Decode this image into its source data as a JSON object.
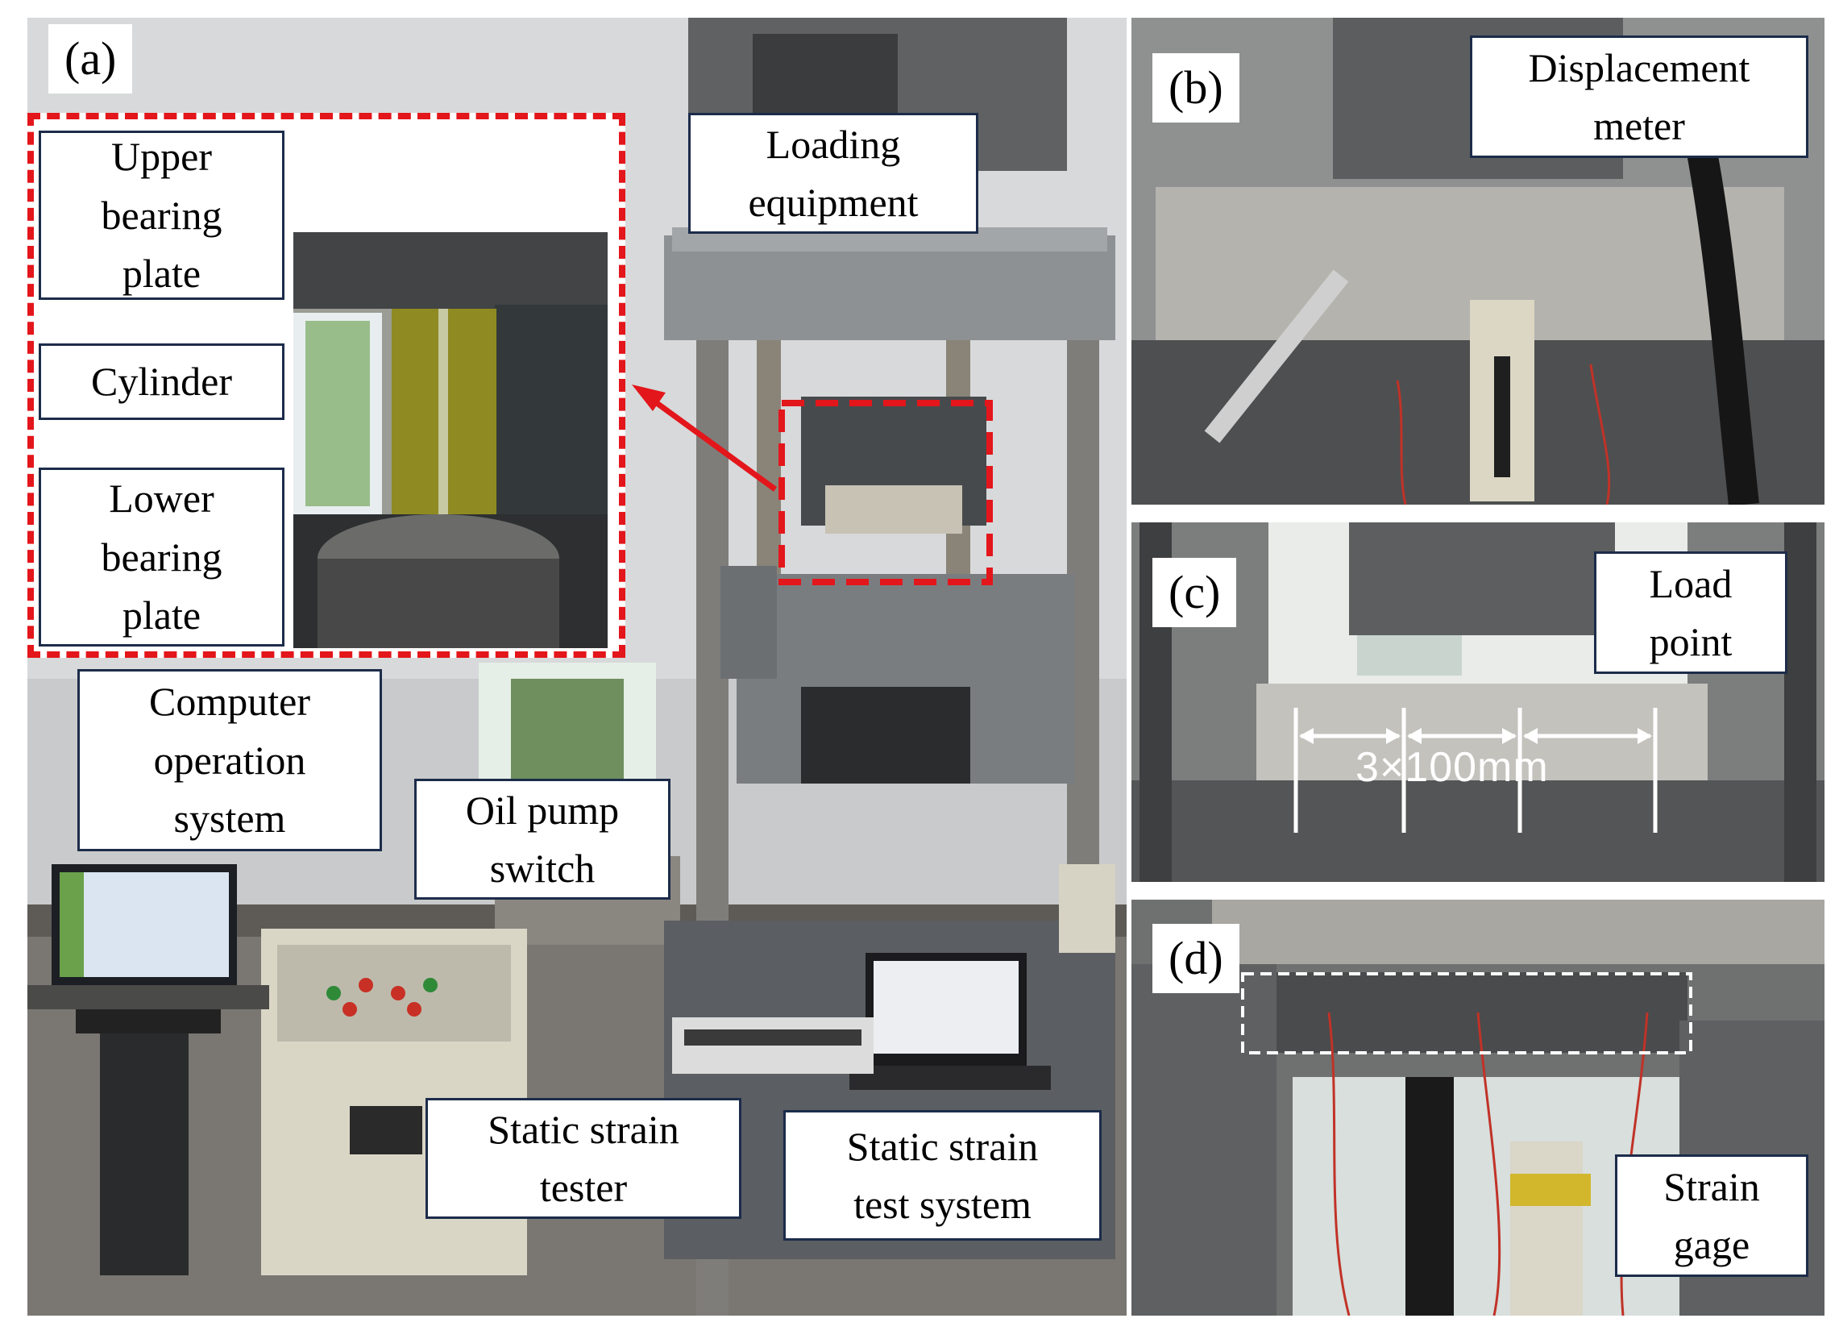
{
  "panels": {
    "a": {
      "label": "(a)",
      "callouts": {
        "upper_bearing_plate": "Upper\nbearing\nplate",
        "cylinder": "Cylinder",
        "lower_bearing_plate": "Lower\nbearing\nplate",
        "loading_equipment": "Loading\nequipment",
        "computer_operation_system": "Computer\noperation\nsystem",
        "oil_pump_switch": "Oil pump\nswitch",
        "static_strain_tester": "Static strain\ntester",
        "static_strain_test_system": "Static strain\ntest system"
      }
    },
    "b": {
      "label": "(b)",
      "callouts": {
        "displacement_meter": "Displacement\nmeter"
      }
    },
    "c": {
      "label": "(c)",
      "callouts": {
        "load_point": "Load\npoint"
      },
      "dimension": "3×100mm"
    },
    "d": {
      "label": "(d)",
      "callouts": {
        "strain_gage": "Strain\ngage"
      }
    }
  },
  "colors": {
    "highlight_dash": "#e3161b",
    "strain_gage_box": "#ffffff",
    "callout_border": "#1c2c4a"
  }
}
